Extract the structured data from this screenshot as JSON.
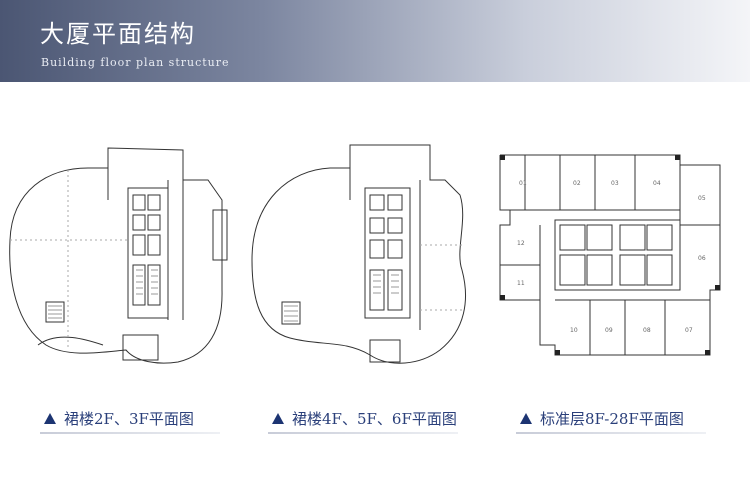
{
  "header": {
    "title": "大厦平面结构",
    "subtitle": "Building floor plan structure"
  },
  "plans": [
    {
      "caption": "裙楼2F、3F平面图"
    },
    {
      "caption": "裙楼4F、5F、6F平面图"
    },
    {
      "caption": "标准层8F-28F平面图"
    }
  ],
  "unit_numbers_top": [
    "01",
    "02",
    "03",
    "04"
  ],
  "unit_numbers_right": [
    "05",
    "06"
  ],
  "unit_numbers_bottom": [
    "07",
    "08",
    "09",
    "10"
  ],
  "unit_numbers_left": [
    "11",
    "12"
  ]
}
